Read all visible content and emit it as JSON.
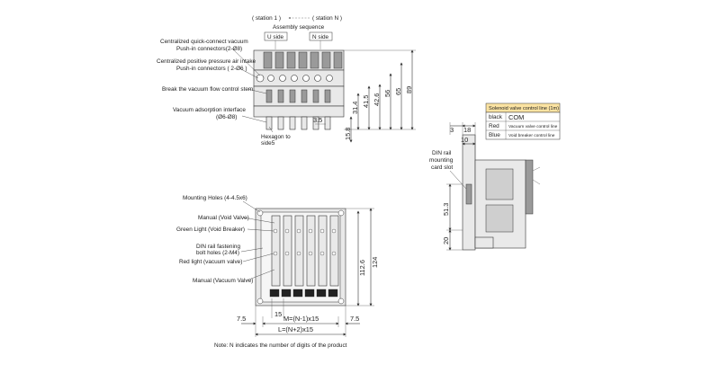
{
  "assembly": {
    "station_first": "( station 1 )",
    "station_last": "( station N )",
    "sequence": "Assembly sequence",
    "u_side": "U side",
    "n_side": "N side"
  },
  "front_callouts": [
    "Centralized quick-connect vacuum",
    "Push-in connectors(2-Ø8)",
    "Centralized positive pressure air intake",
    "Push-in connectors ( 2-Ø6 )",
    "Break the vacuum flow control stem",
    "Vacuum adsorption interface",
    "(Ø6-Ø8)",
    "Hexagon to",
    "side5"
  ],
  "front_dims": [
    "31.4",
    "41.5",
    "42.6",
    "56",
    "65",
    "89",
    "3.5",
    "15.8"
  ],
  "plan_callouts": [
    "Mounting Holes (4-4.5x6)",
    "Manual (Void Valve)",
    "Green Light (Void Breaker)",
    "DIN rail fastening",
    "bolt holes (2-M4)",
    "Red light (vacuum valve)",
    "Manual (Vacuum Valve)"
  ],
  "plan_dims": {
    "h1": "112.6",
    "h2": "124",
    "pitch": "15",
    "left_edge": "7.5",
    "right_edge": "7.5",
    "m": "M=(N-1)x15",
    "l": "L=(N+2)x15"
  },
  "side": {
    "din_label": [
      "DIN rail",
      "mounting",
      "card slot"
    ],
    "dims": [
      "3",
      "18",
      "10",
      "51.3",
      "20"
    ]
  },
  "solenoid_table": {
    "title": "Solenoid valve control line (1m)",
    "rows": [
      {
        "color": "black",
        "desc": "COM"
      },
      {
        "color": "Red",
        "desc": "Vacuum valve control line"
      },
      {
        "color": "Blue",
        "desc": "Void breaker control line"
      }
    ],
    "accent": "#fbe3a2"
  },
  "note": "Note: N indicates the number of digits of the product"
}
